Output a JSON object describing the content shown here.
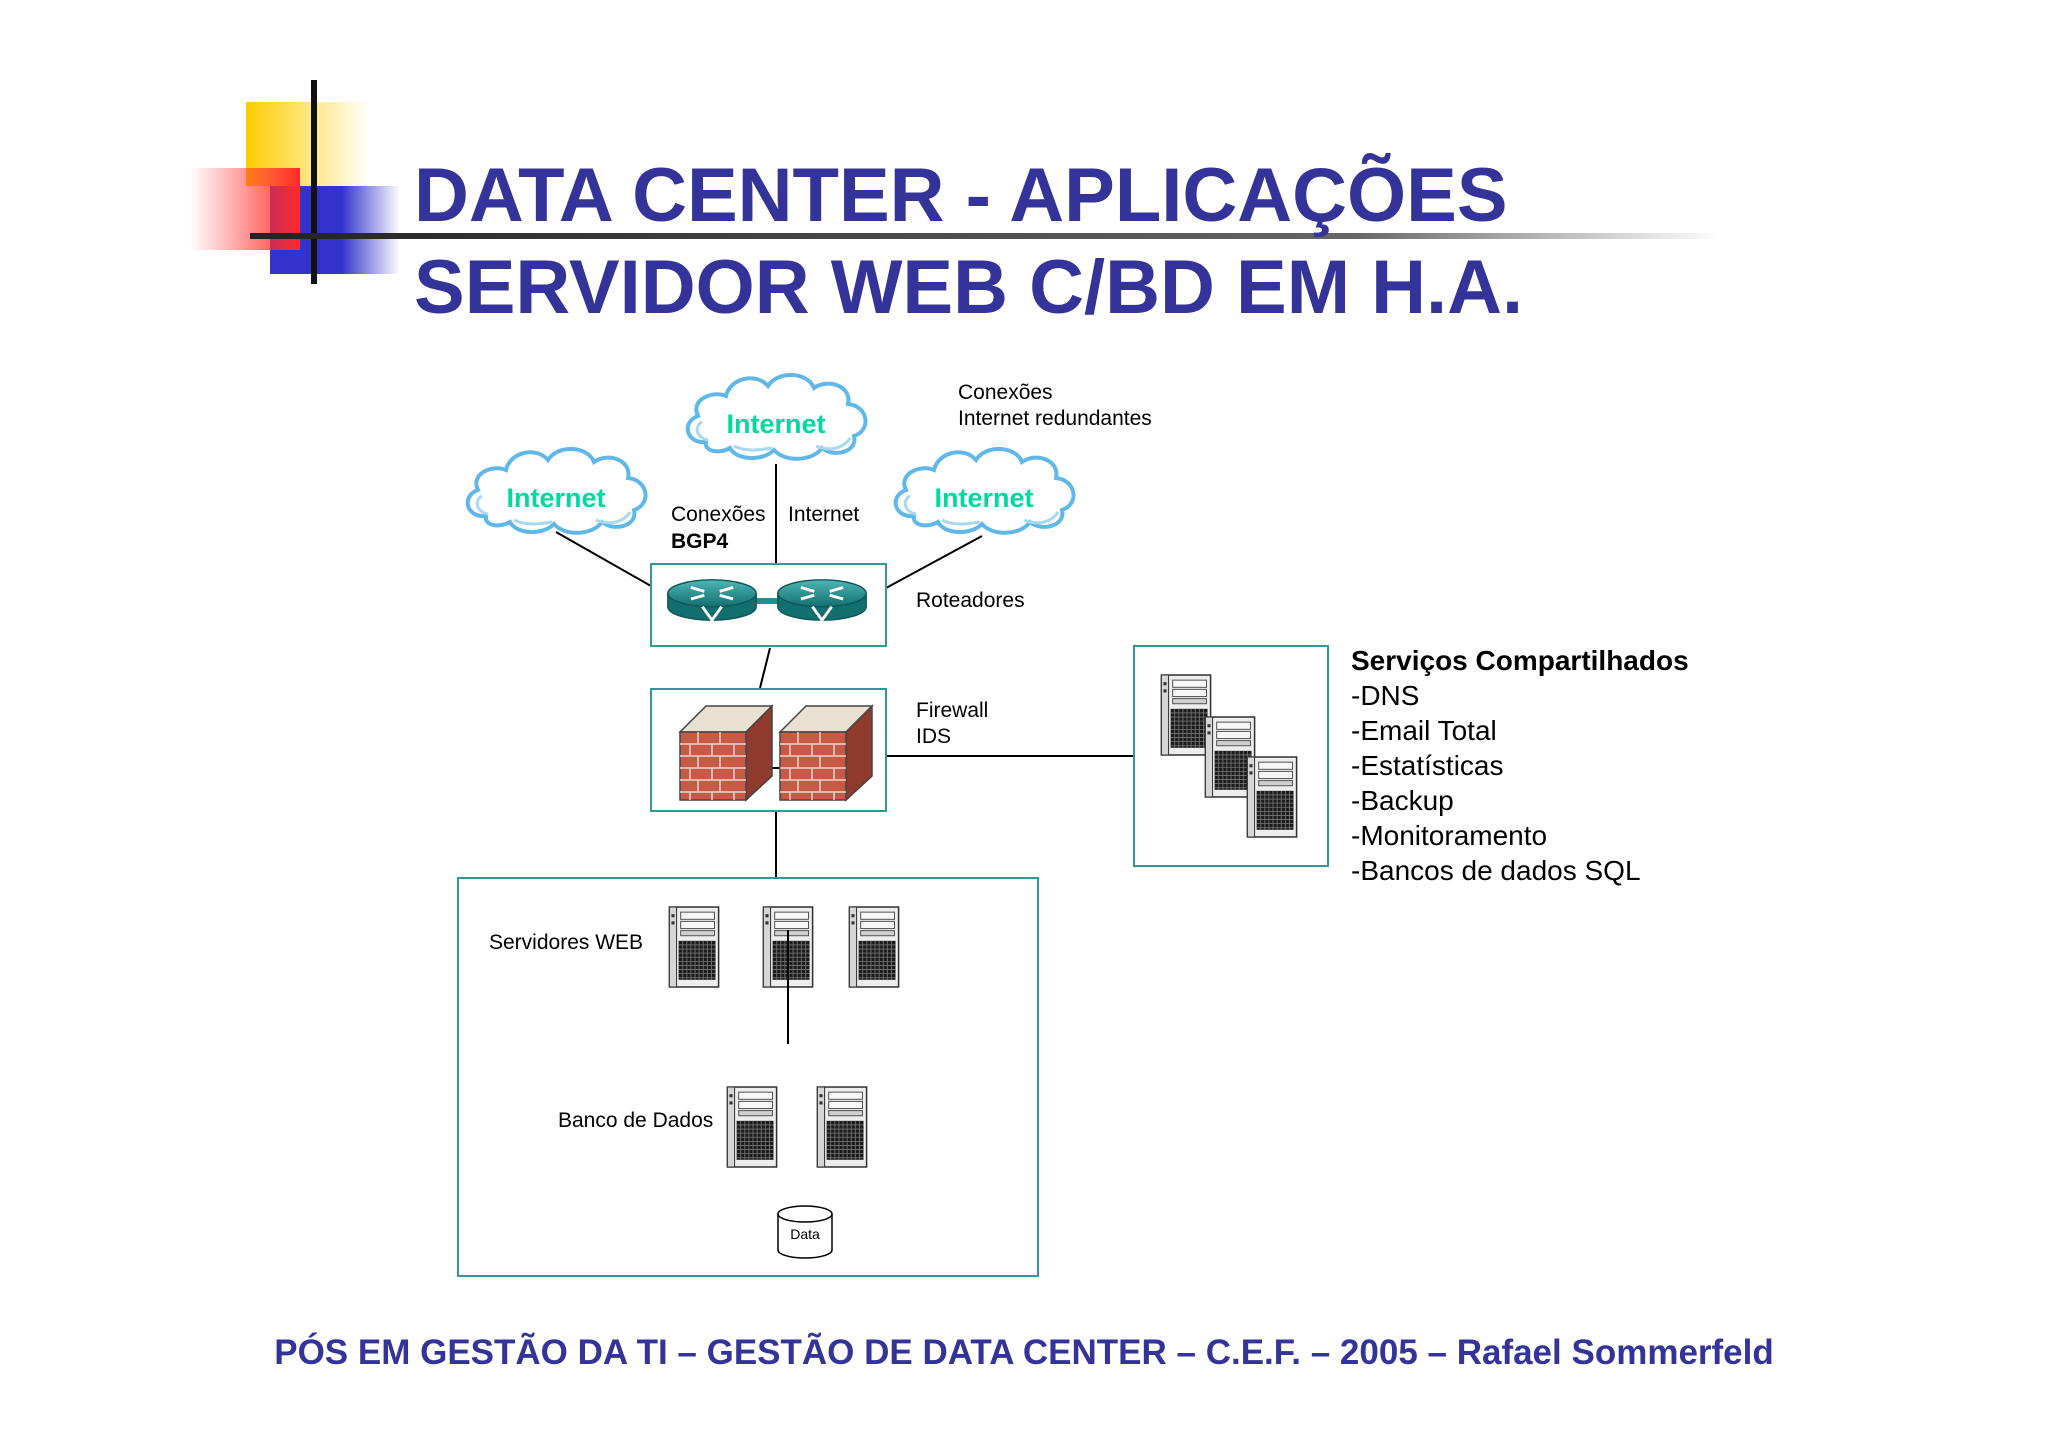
{
  "title": {
    "line1": "DATA CENTER - APLICAÇÕES",
    "line2": "SERVIDOR WEB C/BD EM H.A."
  },
  "clouds": {
    "left": "Internet",
    "center": "Internet",
    "right": "Internet"
  },
  "labels": {
    "redundant": [
      "Conexões",
      "Internet redundantes"
    ],
    "bgp_line1": "Conexões",
    "bgp_line2": "BGP4",
    "internet_link": "Internet",
    "routers": "Roteadores",
    "firewall": [
      "Firewall",
      "IDS"
    ],
    "web_servers": "Servidores WEB",
    "database": "Banco de Dados",
    "data": "Data"
  },
  "shared_services": {
    "title": "Serviços Compartilhados",
    "items": [
      "-DNS",
      "-Email Total",
      "-Estatísticas",
      "-Backup",
      "-Monitoramento",
      "-Bancos de dados SQL"
    ]
  },
  "footer": "PÓS EM GESTÃO DA TI – GESTÃO DE DATA CENTER – C.E.F. – 2005 – Rafael Sommerfeld",
  "colors": {
    "title": "#333399",
    "cloud_text": "#00d9a0",
    "cloud_fill": "#ffffff",
    "cloud_stroke": "#5fb8e8",
    "box_border": "#2e9a9a",
    "router": "#1f8f8f",
    "brick": "#b84a3a"
  },
  "icons": [
    "cloud-icon",
    "router-icon",
    "firewall-icon",
    "server-icon",
    "database-cylinder-icon",
    "decorative-squares-icon"
  ]
}
